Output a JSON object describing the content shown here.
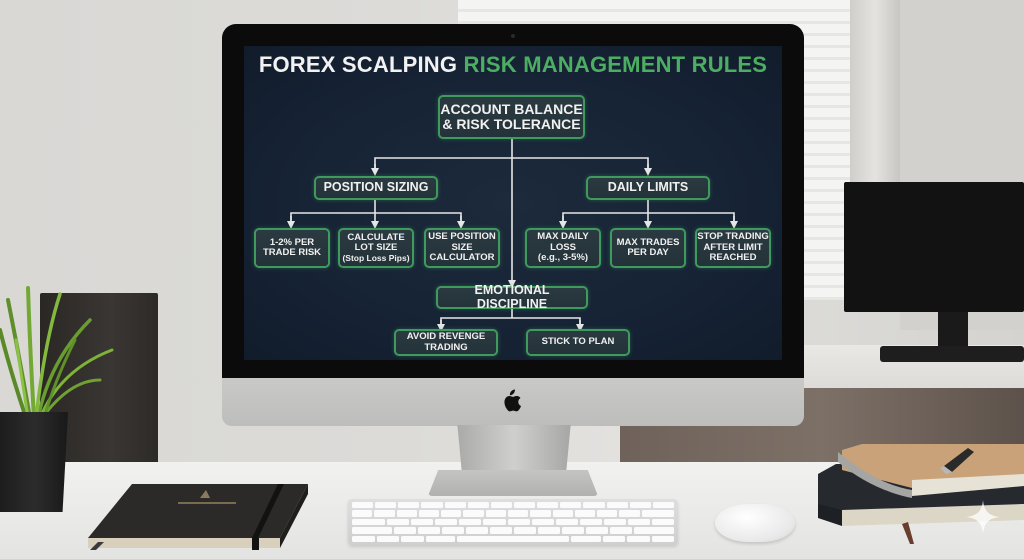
{
  "screen": {
    "title_white": "FOREX SCALPING",
    "title_green": "RISK MANAGEMENT RULES",
    "colors": {
      "background": "#162335",
      "node_border": "#3f9a5e",
      "node_fill": "#28363d",
      "title_accent": "#4cae62",
      "text": "#f1f1f1",
      "connector": "#e6e6e6"
    }
  },
  "diagram": {
    "root": {
      "label_line1": "ACCOUNT BALANCE",
      "label_line2": "& RISK TOLERANCE"
    },
    "branches": [
      {
        "label": "POSITION SIZING",
        "children": [
          {
            "line1": "1-2% PER",
            "line2": "TRADE RISK"
          },
          {
            "line1": "CALCULATE",
            "line2": "LOT SIZE",
            "line3": "(Stop Loss Pips)"
          },
          {
            "line1": "USE POSITION",
            "line2": "SIZE",
            "line3": "CALCULATOR"
          }
        ]
      },
      {
        "label": "DAILY LIMITS",
        "children": [
          {
            "line1": "MAX DAILY",
            "line2": "LOSS",
            "line3": "(e.g., 3-5%)"
          },
          {
            "line1": "MAX TRADES",
            "line2": "PER DAY"
          },
          {
            "line1": "STOP TRADING",
            "line2": "AFTER LIMIT",
            "line3": "REACHED"
          }
        ]
      },
      {
        "label": "EMOTIONAL DISCIPLINE",
        "children": [
          {
            "line1": "AVOID REVENGE",
            "line2": "TRADING"
          },
          {
            "line1": "STICK TO PLAN"
          }
        ]
      }
    ]
  },
  "scene": {
    "icons": [
      "apple-logo-icon",
      "sparkle-icon"
    ],
    "objects": [
      "imac",
      "keyboard",
      "mouse",
      "plant",
      "notebook",
      "book-stack",
      "pen",
      "background-monitor",
      "speaker",
      "window-blinds"
    ]
  }
}
